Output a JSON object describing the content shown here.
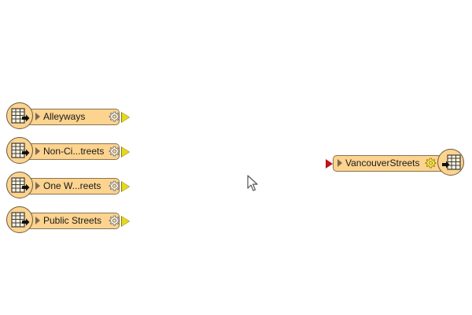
{
  "canvas": {
    "readers": [
      {
        "label": "Alleyways"
      },
      {
        "label": "Non-Ci...treets"
      },
      {
        "label": "One W...reets"
      },
      {
        "label": "Public Streets"
      }
    ],
    "writer": {
      "label": "VancouverStreets"
    }
  },
  "icons": {
    "feature_type": "table-grid-icon",
    "properties": "gear-icon",
    "expand": "expand-triangle-icon",
    "output_port": "output-port-icon",
    "input_port": "input-port-icon",
    "cursor": "mouse-cursor-icon"
  },
  "colors": {
    "node_fill": "#fcd38f",
    "output_port": "#e8d81a",
    "input_port": "#c0101a"
  }
}
